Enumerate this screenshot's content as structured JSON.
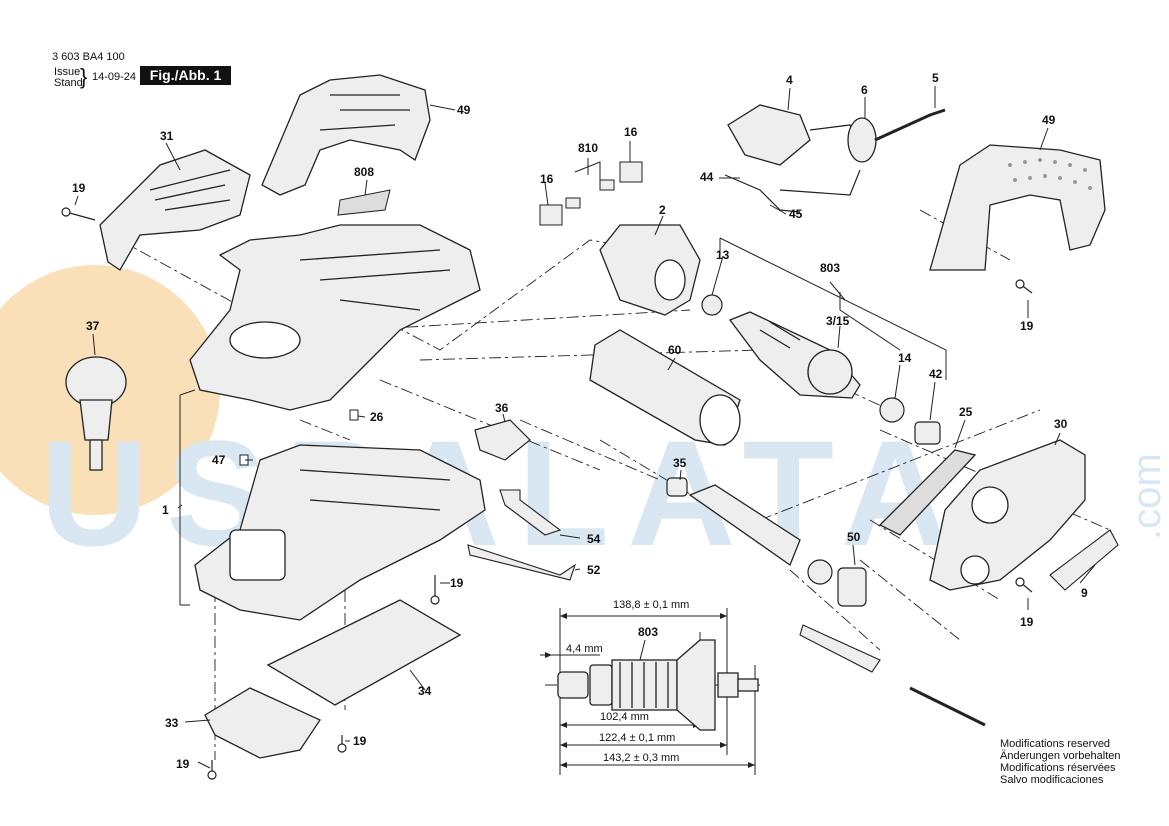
{
  "header": {
    "doc_number": "3 603 BA4 100",
    "issue_label": "Issue",
    "stand_label": "Stand",
    "date": "14-09-24",
    "figure_label": "Fig./Abb. 1"
  },
  "watermark": {
    "text": "USPALATA",
    "suffix": ".com"
  },
  "callouts": {
    "c1": "1",
    "c2": "2",
    "c4": "4",
    "c5": "5",
    "c6": "6",
    "c9": "9",
    "c13": "13",
    "c14": "14",
    "c16a": "16",
    "c16b": "16",
    "c19a": "19",
    "c19b": "19",
    "c19c": "19",
    "c19d": "19",
    "c19e": "19",
    "c19f": "19",
    "c25": "25",
    "c26": "26",
    "c30": "30",
    "c31": "31",
    "c33": "33",
    "c34": "34",
    "c35": "35",
    "c36": "36",
    "c37": "37",
    "c42": "42",
    "c44": "44",
    "c45": "45",
    "c47": "47",
    "c49a": "49",
    "c49b": "49",
    "c50": "50",
    "c52": "52",
    "c54": "54",
    "c60": "60",
    "c315": "3/15",
    "c803a": "803",
    "c803b": "803",
    "c808": "808",
    "c810": "810"
  },
  "dimensions": {
    "d1": "138,8 ± 0,1 mm",
    "d2": "4,4 mm",
    "d3": "102,4 mm",
    "d4": "122,4 ± 0,1 mm",
    "d5": "143,2 ± 0,3 mm"
  },
  "notes": {
    "en": "Modifications reserved",
    "de": "Änderungen vorbehalten",
    "fr": "Modifications réservées",
    "it": "Salvo modificaciones"
  },
  "colors": {
    "ink": "#1a1a1a",
    "watermark_orange": "#f5c77e",
    "watermark_blue": "#b9d3e6",
    "fill": "#e8e8e8"
  }
}
